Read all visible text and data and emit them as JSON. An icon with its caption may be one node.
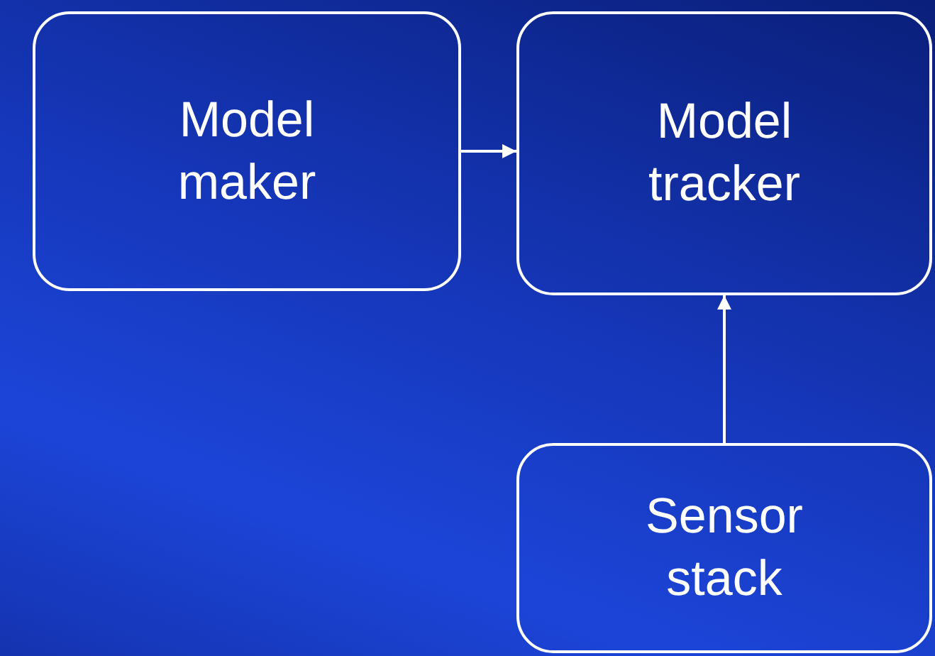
{
  "diagram": {
    "nodes": [
      {
        "text": [
          "Model maker"
        ]
      },
      {
        "text": [
          "Model tracker"
        ]
      },
      {
        "text": [
          "Sensor stack"
        ]
      }
    ],
    "edges": [
      {
        "from": 0,
        "to": 1,
        "arrow": "to"
      },
      {
        "from": 2,
        "to": 1,
        "arrow": "to"
      }
    ]
  }
}
